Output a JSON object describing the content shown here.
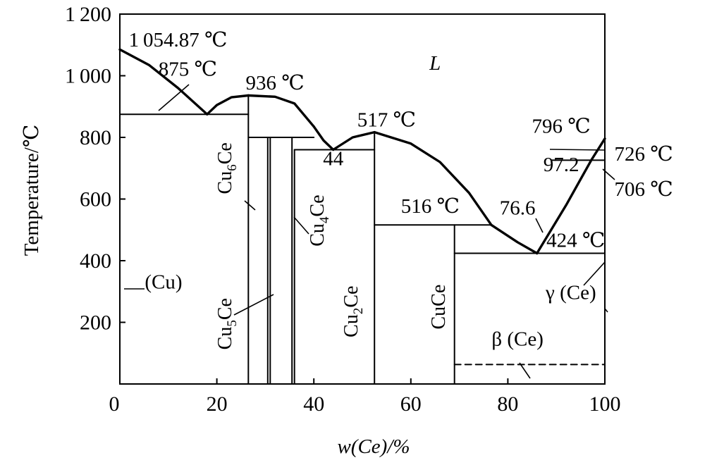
{
  "chart_data": {
    "type": "line",
    "xlabel": "w(Ce)/%",
    "ylabel": "Temperature/℃",
    "xlim": [
      0,
      100
    ],
    "ylim": [
      0,
      1200
    ],
    "x_ticks": [
      0,
      20,
      40,
      60,
      80,
      100
    ],
    "x_tick_labels": [
      "0",
      "20",
      "40",
      "60",
      "80",
      "100"
    ],
    "y_ticks": [
      200,
      400,
      600,
      800,
      1000,
      1200
    ],
    "y_tick_labels": [
      "200",
      "400",
      "600",
      "800",
      "1 000",
      "1 200"
    ],
    "grid": false,
    "series": [
      {
        "x": [
          0,
          6,
          12,
          18
        ],
        "y": [
          1085,
          1035,
          960,
          875
        ]
      },
      {
        "x": [
          18,
          20,
          23,
          26.5
        ],
        "y": [
          875,
          905,
          930,
          936
        ]
      },
      {
        "x": [
          26.5,
          32,
          36,
          40
        ],
        "y": [
          936,
          932,
          910,
          835
        ]
      },
      {
        "x": [
          40,
          42,
          44
        ],
        "y": [
          835,
          790,
          760
        ]
      },
      {
        "x": [
          44,
          48,
          52.5
        ],
        "y": [
          760,
          800,
          817
        ]
      },
      {
        "x": [
          52.5,
          60,
          66,
          72,
          76.6
        ],
        "y": [
          817,
          780,
          720,
          620,
          516
        ]
      },
      {
        "x": [
          76.6,
          82,
          86
        ],
        "y": [
          516,
          460,
          424
        ]
      },
      {
        "x": [
          86,
          92,
          97.2,
          100
        ],
        "y": [
          424,
          580,
          726,
          796
        ]
      },
      {
        "x": [
          0,
          26.5
        ],
        "y": [
          875,
          875
        ]
      },
      {
        "x": [
          26.5,
          40
        ],
        "y": [
          800,
          800
        ]
      },
      {
        "x": [
          36,
          52.5
        ],
        "y": [
          760,
          760
        ]
      },
      {
        "x": [
          52.5,
          76.6
        ],
        "y": [
          516,
          516
        ]
      },
      {
        "x": [
          69,
          100
        ],
        "y": [
          424,
          424
        ]
      },
      {
        "x": [
          89,
          100
        ],
        "y": [
          726,
          726
        ]
      },
      {
        "x": [
          26.5,
          26.5
        ],
        "y": [
          0,
          936
        ]
      },
      {
        "x": [
          30.5,
          30.5
        ],
        "y": [
          0,
          800
        ]
      },
      {
        "x": [
          31,
          31
        ],
        "y": [
          0,
          800
        ]
      },
      {
        "x": [
          35.5,
          35.5
        ],
        "y": [
          0,
          800
        ]
      },
      {
        "x": [
          36,
          36
        ],
        "y": [
          0,
          760
        ]
      },
      {
        "x": [
          52.5,
          52.5
        ],
        "y": [
          0,
          817
        ]
      },
      {
        "x": [
          69,
          69
        ],
        "y": [
          0,
          516
        ]
      },
      {
        "x": [
          69,
          100
        ],
        "y": [
          63,
          63
        ],
        "dashed": true
      }
    ],
    "annotations": [
      {
        "text": "1 054.87 ℃",
        "x": 12,
        "y": 1095
      },
      {
        "text": "875 ℃",
        "x": 14,
        "y": 1000
      },
      {
        "text": "936 ℃",
        "x": 32,
        "y": 955
      },
      {
        "text": "L",
        "x": 65,
        "y": 1020,
        "italic": true
      },
      {
        "text": "517 ℃",
        "x": 55,
        "y": 835
      },
      {
        "text": "44",
        "x": 44,
        "y": 710
      },
      {
        "text": "796 ℃",
        "x": 91,
        "y": 815
      },
      {
        "text": "97.2",
        "x": 91,
        "y": 690
      },
      {
        "text": "726 ℃",
        "x": 108,
        "y": 725
      },
      {
        "text": "706 ℃",
        "x": 108,
        "y": 610
      },
      {
        "text": "516 ℃",
        "x": 64,
        "y": 555
      },
      {
        "text": "76.6",
        "x": 82,
        "y": 550
      },
      {
        "text": "424 ℃",
        "x": 94,
        "y": 445
      },
      {
        "text": "(Cu)",
        "x": 9,
        "y": 310
      },
      {
        "text": "γ (Ce)",
        "x": 93,
        "y": 275
      },
      {
        "text": "β (Ce)",
        "x": 82,
        "y": 125
      }
    ],
    "phases": [
      {
        "base": "Cu",
        "sub": "6",
        "suffix": "Ce",
        "x": 23,
        "y": 700
      },
      {
        "base": "Cu",
        "sub": "5",
        "suffix": "Ce",
        "x": 23,
        "y": 195
      },
      {
        "base": "Cu",
        "sub": "4",
        "suffix": "Ce",
        "x": 42,
        "y": 530
      },
      {
        "base": "Cu",
        "sub": "2",
        "suffix": "Ce",
        "x": 49,
        "y": 235
      },
      {
        "base": "",
        "sub": "",
        "suffix": "CuCe",
        "x": 67,
        "y": 250
      }
    ]
  }
}
